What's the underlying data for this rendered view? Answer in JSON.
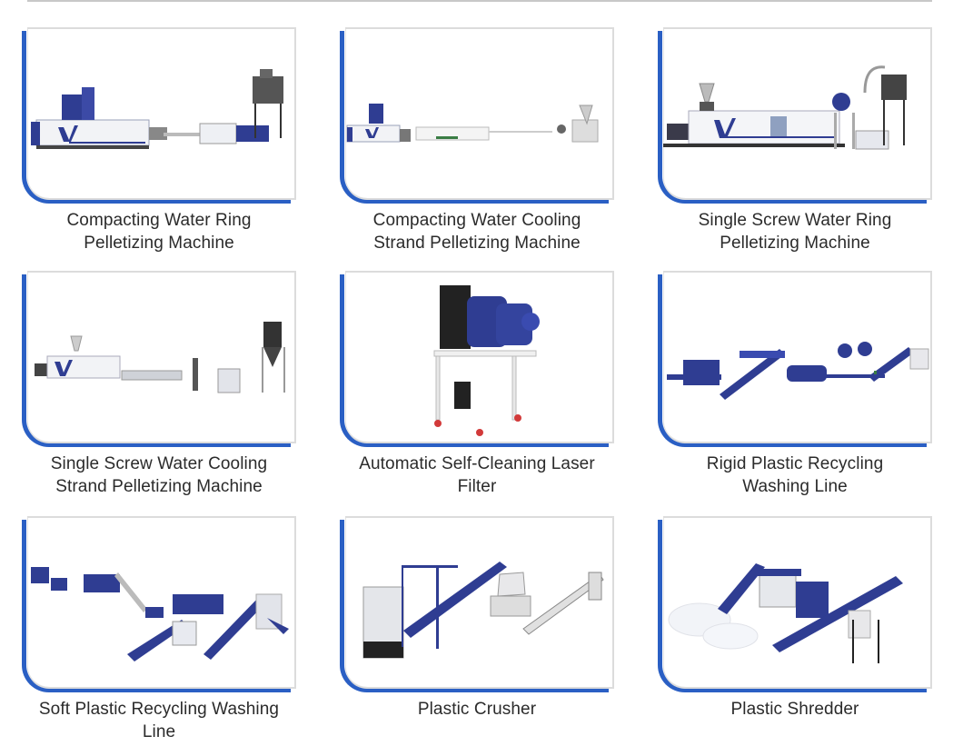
{
  "colors": {
    "accent_blue": "#2a5fc4",
    "machine_blue": "#2f3d92",
    "caption_text": "#2b2b2b",
    "frame_border": "#dcdcdc"
  },
  "products": [
    {
      "id": "compacting-water-ring",
      "title_lines": [
        "Compacting Water Ring",
        "Pelletizing Machine"
      ],
      "image_icon": "extrusion-line-water-ring-image"
    },
    {
      "id": "compacting-water-cooling-strand",
      "title_lines": [
        "Compacting Water Cooling",
        "Strand Pelletizing Machine"
      ],
      "image_icon": "extrusion-line-strand-image"
    },
    {
      "id": "single-screw-water-ring",
      "title_lines": [
        "Single Screw Water Ring",
        "Pelletizing Machine"
      ],
      "image_icon": "single-screw-extruder-image"
    },
    {
      "id": "single-screw-water-cooling-strand",
      "title_lines": [
        "Single Screw Water Cooling",
        "Strand Pelletizing Machine"
      ],
      "image_icon": "single-screw-strand-line-image"
    },
    {
      "id": "laser-filter",
      "title_lines": [
        "Automatic Self-Cleaning Laser",
        "Filter"
      ],
      "image_icon": "laser-filter-image"
    },
    {
      "id": "rigid-washing-line",
      "title_lines": [
        "Rigid Plastic Recycling",
        "Washing Line"
      ],
      "image_icon": "rigid-washing-line-image"
    },
    {
      "id": "soft-washing-line",
      "title_lines": [
        "Soft Plastic Recycling Washing",
        "Line"
      ],
      "image_icon": "soft-washing-line-image"
    },
    {
      "id": "plastic-crusher",
      "title_lines": [
        "Plastic Crusher"
      ],
      "image_icon": "plastic-crusher-image"
    },
    {
      "id": "plastic-shredder",
      "title_lines": [
        "Plastic Shredder"
      ],
      "image_icon": "plastic-shredder-image"
    }
  ]
}
